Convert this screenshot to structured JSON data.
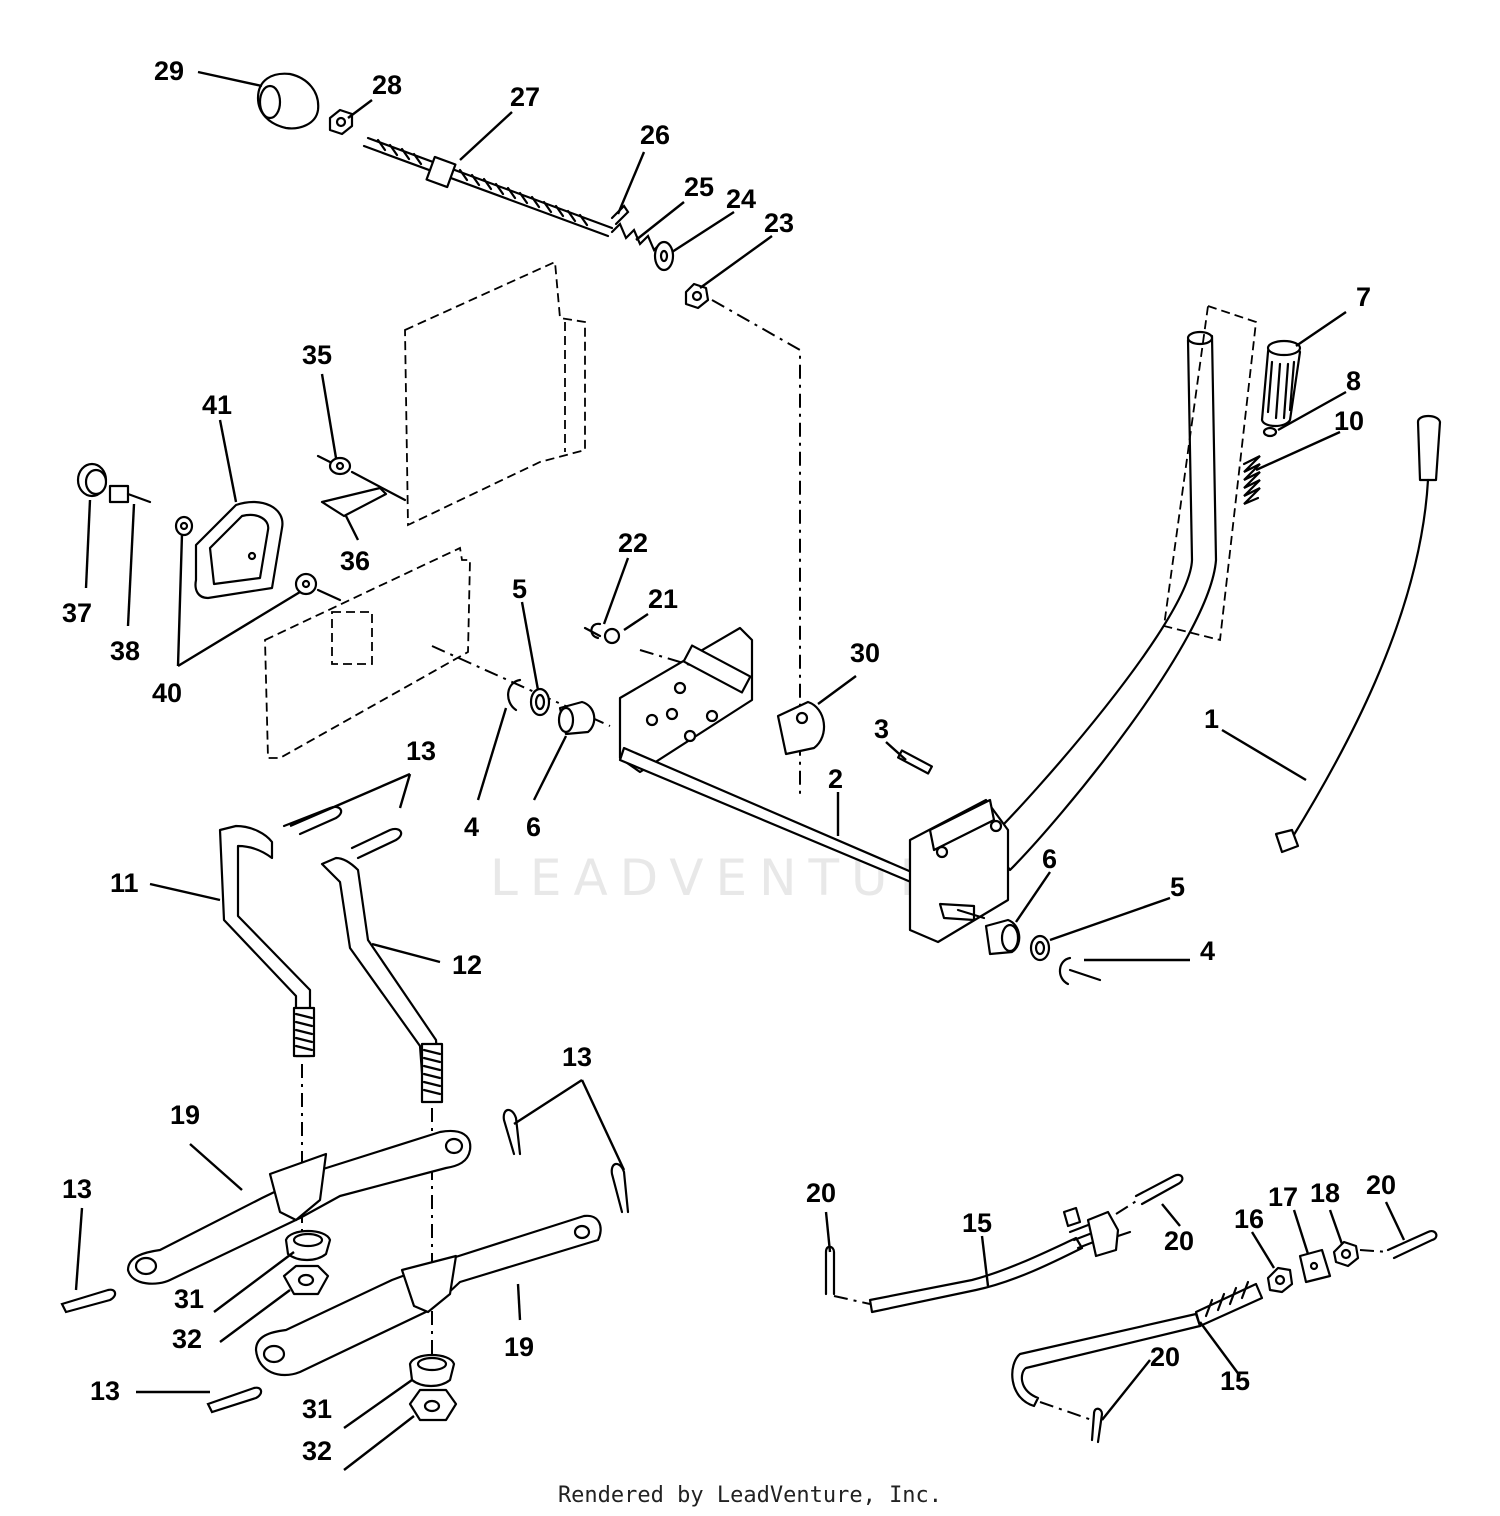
{
  "watermark": "LEADVENTURE",
  "footer": "Rendered by LeadVenture, Inc.",
  "callouts": {
    "c1": "1",
    "c2": "2",
    "c3": "3",
    "c4a": "4",
    "c4b": "4",
    "c5a": "5",
    "c5b": "5",
    "c6a": "6",
    "c6b": "6",
    "c7": "7",
    "c8": "8",
    "c10": "10",
    "c11": "11",
    "c12": "12",
    "c13a": "13",
    "c13b": "13",
    "c13c": "13",
    "c13d": "13",
    "c15a": "15",
    "c15b": "15",
    "c16": "16",
    "c17": "17",
    "c18": "18",
    "c19a": "19",
    "c19b": "19",
    "c20a": "20",
    "c20b": "20",
    "c20c": "20",
    "c20d": "20",
    "c21": "21",
    "c22": "22",
    "c23": "23",
    "c24": "24",
    "c25": "25",
    "c26": "26",
    "c27": "27",
    "c28": "28",
    "c29": "29",
    "c30": "30",
    "c31a": "31",
    "c31b": "31",
    "c32a": "32",
    "c32b": "32",
    "c35": "35",
    "c36": "36",
    "c37": "37",
    "c38": "38",
    "c40": "40",
    "c41": "41"
  }
}
